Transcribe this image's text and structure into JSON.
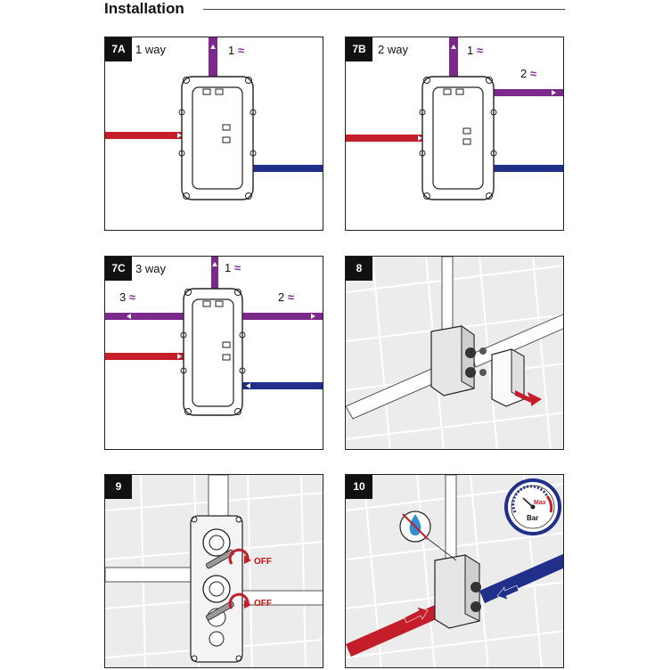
{
  "header": {
    "title": "Installation"
  },
  "panels": {
    "p7a": {
      "tag": "7A",
      "caption": "1 way",
      "outlet1": "1",
      "wave": "≈"
    },
    "p7b": {
      "tag": "7B",
      "caption": "2 way",
      "outlet1": "1",
      "outlet2": "2",
      "wave": "≈"
    },
    "p7c": {
      "tag": "7C",
      "caption": "3 way",
      "outlet1": "1",
      "outlet2": "2",
      "outlet3": "3",
      "wave": "≈"
    },
    "p8": {
      "tag": "8"
    },
    "p9": {
      "tag": "9",
      "off1": "OFF",
      "off2": "OFF"
    },
    "p10": {
      "tag": "10",
      "gauge_max": "Max",
      "gauge_unit": "Bar"
    }
  },
  "colors": {
    "hot": "#c41e2a",
    "cold": "#1f2f8a",
    "mix": "#7b2a8c"
  },
  "icons": [
    "arrow-icon",
    "wave-icon",
    "rotate-arrow-icon",
    "no-water-icon",
    "pressure-gauge-icon"
  ]
}
